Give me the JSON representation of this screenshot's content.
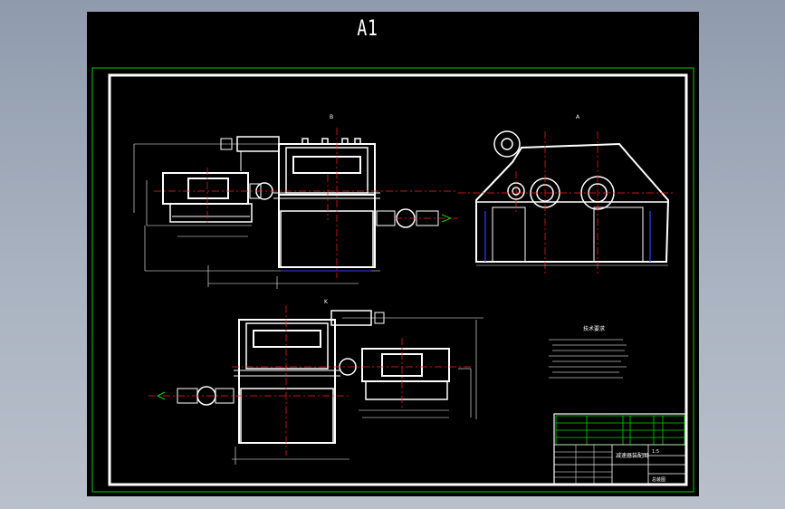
{
  "sheet": {
    "size_label": "A1"
  },
  "views": {
    "front_label": "B",
    "side_label": "A",
    "top_label": "K"
  },
  "technical_requirements": {
    "title": "技术要求"
  },
  "title_block": {
    "drawing_name": "减速器装配图",
    "scale": "1:5",
    "sheet_no": "总装图"
  },
  "colors": {
    "background": "#000000",
    "outer_border": "#00cc00",
    "inner_border": "#ffffff",
    "outline": "#ffffff",
    "dimension": "#ffffff",
    "centerline": "#ff2020",
    "hidden": "#3b3bff",
    "hatch": "#00d000"
  }
}
